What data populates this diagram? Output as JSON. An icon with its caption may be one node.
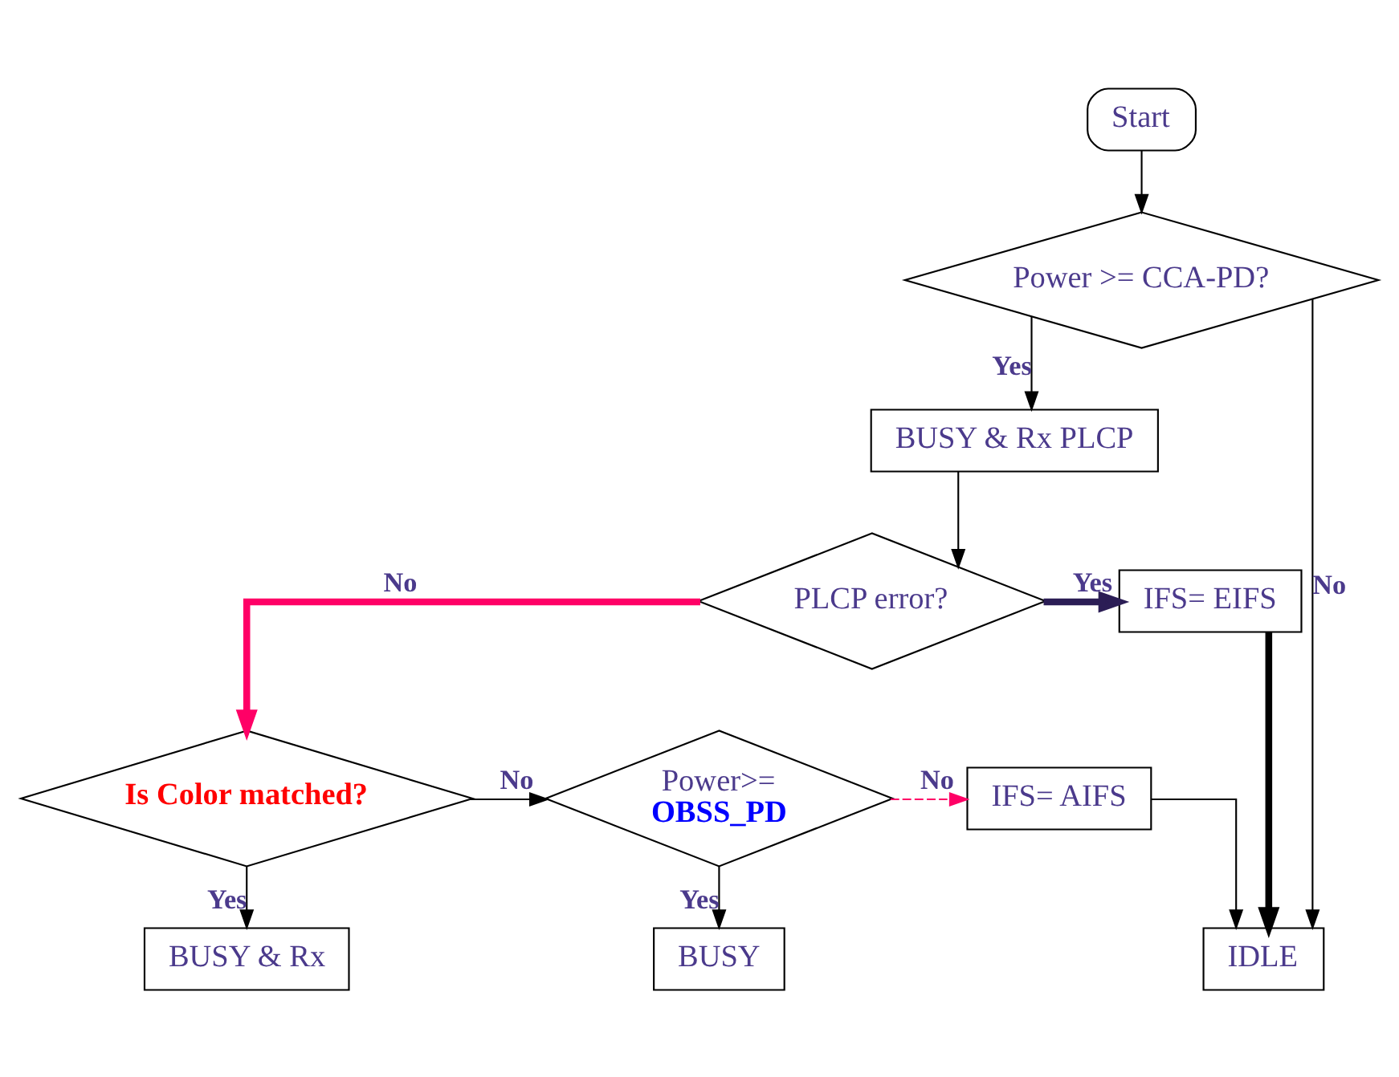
{
  "diagram": {
    "nodes": [
      {
        "text": [
          "Start"
        ]
      },
      {
        "text": [
          "Power >= CCA-PD?"
        ]
      },
      {
        "text": [
          "BUSY & Rx PLCP"
        ]
      },
      {
        "text": [
          "PLCP error?"
        ]
      },
      {
        "text": [
          "IFS= EIFS"
        ]
      },
      {
        "text": [
          "Is Color matched?"
        ]
      },
      {
        "text": [
          "Power>=",
          "OBSS_PD"
        ]
      },
      {
        "text": [
          "IFS= AIFS"
        ]
      },
      {
        "text": [
          "BUSY & Rx"
        ]
      },
      {
        "text": [
          "BUSY"
        ]
      },
      {
        "text": [
          "IDLE"
        ]
      }
    ],
    "edges": [
      {
        "from": 0,
        "to": 1,
        "arrow": "to"
      },
      {
        "from": 1,
        "to": 2,
        "arrow": "to",
        "label": "Yes"
      },
      {
        "from": 1,
        "to": 10,
        "arrow": "to",
        "label": "No"
      },
      {
        "from": 2,
        "to": 3,
        "arrow": "to"
      },
      {
        "from": 3,
        "to": 4,
        "arrow": "to",
        "label": "Yes",
        "style": "thick",
        "color": "#2b1d55"
      },
      {
        "from": 3,
        "to": 5,
        "arrow": "to",
        "label": "No",
        "style": "thick",
        "color": "#ff0066"
      },
      {
        "from": 4,
        "to": 10,
        "arrow": "to",
        "style": "thick"
      },
      {
        "from": 5,
        "to": 6,
        "arrow": "to",
        "label": "No"
      },
      {
        "from": 5,
        "to": 8,
        "arrow": "to",
        "label": "Yes"
      },
      {
        "from": 6,
        "to": 7,
        "arrow": "to",
        "label": "No",
        "style": "dashed",
        "color": "#ff0066"
      },
      {
        "from": 6,
        "to": 9,
        "arrow": "to",
        "label": "Yes"
      },
      {
        "from": 7,
        "to": 10,
        "arrow": "to"
      }
    ]
  }
}
